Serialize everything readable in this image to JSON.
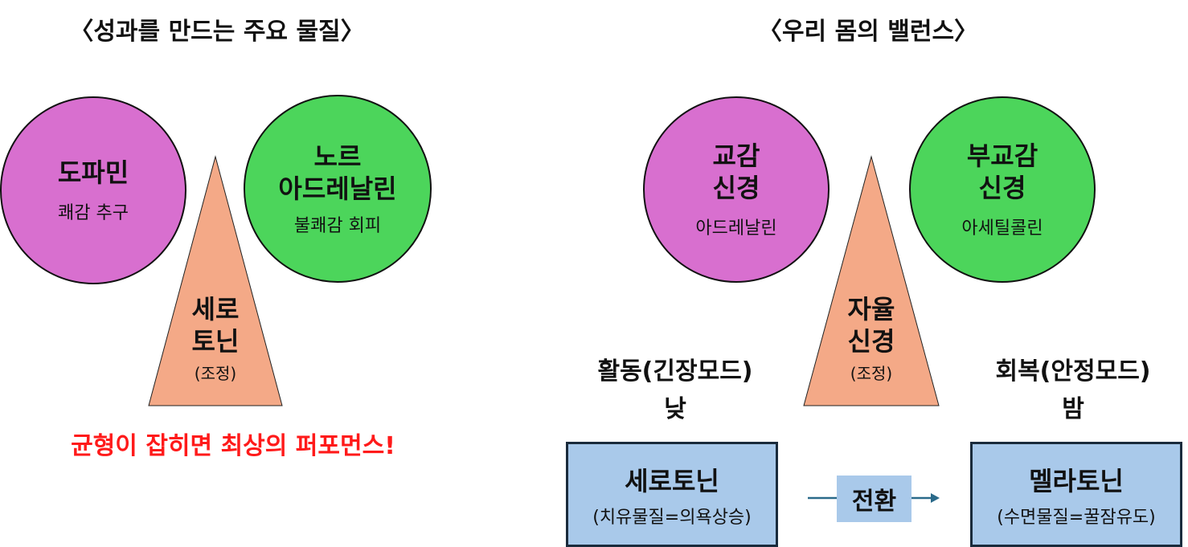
{
  "left": {
    "title": "〈성과를 만드는 주요 물질〉",
    "dopamine": {
      "name": "도파민",
      "desc": "쾌감 추구"
    },
    "noradrenaline": {
      "name_line1": "노르",
      "name_line2": "아드레날린",
      "desc": "불쾌감 회피"
    },
    "serotonin": {
      "line1": "세로",
      "line2": "토닌",
      "note": "(조정)"
    },
    "conclusion": "균형이 잡히면 최상의 퍼포먼스!"
  },
  "right": {
    "title": "〈우리 몸의 밸런스〉",
    "sympathetic": {
      "line1": "교감",
      "line2": "신경",
      "desc": "아드레날린"
    },
    "parasympathetic": {
      "line1": "부교감",
      "line2": "신경",
      "desc": "아세틸콜린"
    },
    "autonomic": {
      "line1": "자율",
      "line2": "신경",
      "note": "(조정)"
    },
    "day_label": {
      "line1": "활동(긴장모드)",
      "line2": "낮"
    },
    "night_label": {
      "line1": "회복(안정모드)",
      "line2": "밤"
    },
    "serotonin_box": {
      "name": "세로토닌",
      "desc": "(치유물질=의욕상승)"
    },
    "transition": "전환",
    "melatonin_box": {
      "name": "멜라토닌",
      "desc": "(수면물질=꿀잠유도)"
    }
  },
  "colors": {
    "pink": "#d86fcf",
    "green": "#4cd55b",
    "triangle": "#f4a987",
    "box": "#a9c9ea",
    "conclusion": "#ff1a1a",
    "arrow": "#2a6a8a"
  }
}
